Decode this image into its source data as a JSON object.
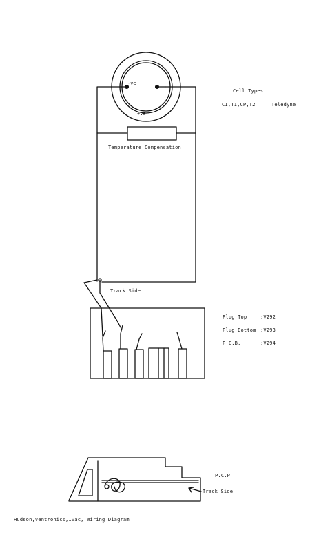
{
  "cell": {
    "negative": "-ve",
    "positive": "+ve"
  },
  "labels": {
    "temperature_compensation": "Temperature Compensation",
    "cell_types_title": "Cell Types",
    "cell_types_models": "C1,T1,CP,T2",
    "cell_types_maker": "Teledyne",
    "track_side_upper": "Track Side",
    "track_side_lower": "Track Side",
    "pcb_lower": "P.C.P"
  },
  "plug_parts": [
    {
      "name": "Plug Top",
      "code": ":V292"
    },
    {
      "name": "Plug Bottom",
      "code": ":V293"
    },
    {
      "name": "P.C.B.",
      "code": ":V294"
    }
  ],
  "footer": {
    "caption": "Hudson,Ventronics,Ivac, Wiring Diagram"
  },
  "colors": {
    "ink": "#111111",
    "paper": "#ffffff"
  }
}
